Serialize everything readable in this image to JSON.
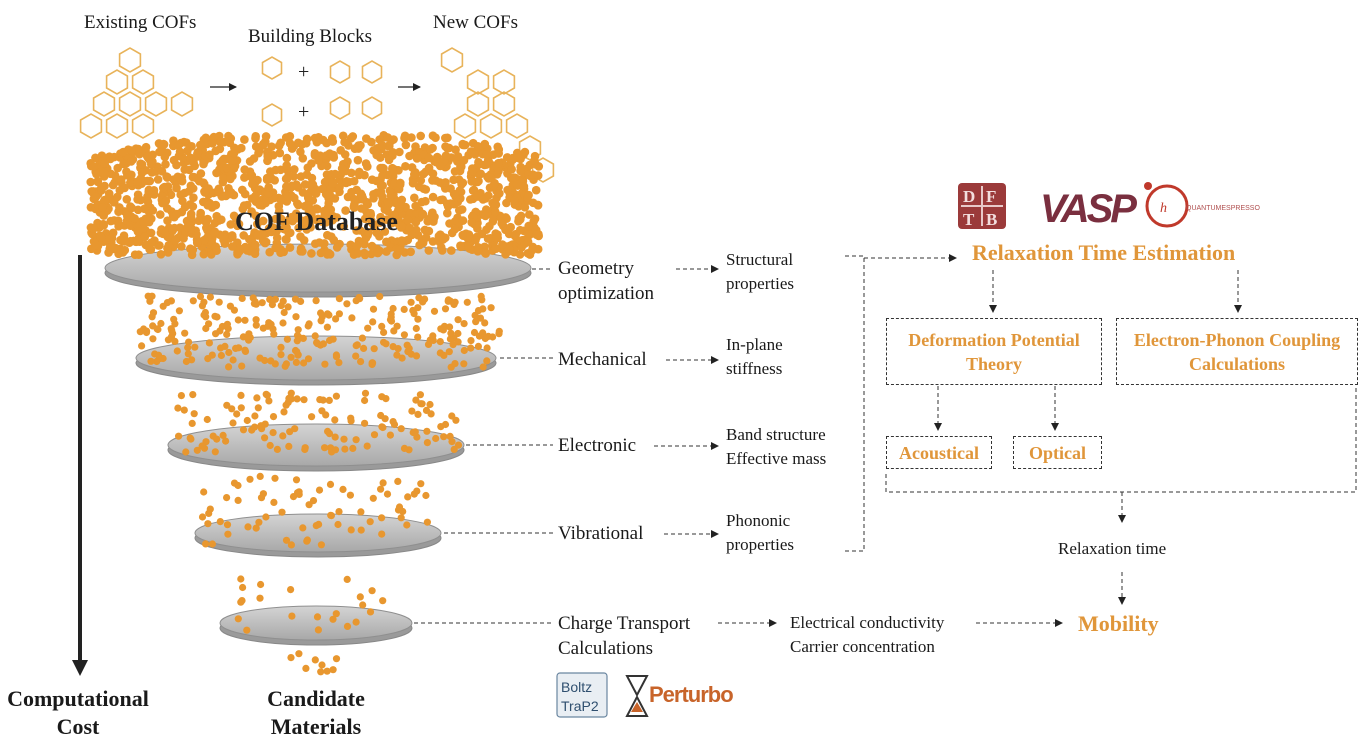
{
  "top": {
    "existing": "Existing COFs",
    "blocks": "Building Blocks",
    "new": "New COFs"
  },
  "funnel": {
    "database": "COF Database",
    "axis_left": [
      "Computational",
      "Cost"
    ],
    "axis_right": [
      "Candidate",
      "Materials"
    ]
  },
  "steps": [
    {
      "name": "Geometry optimization",
      "lines": [
        "Geometry",
        "optimization"
      ],
      "result": [
        "Structural",
        "properties"
      ]
    },
    {
      "name": "Mechanical",
      "lines": [
        "Mechanical"
      ],
      "result": [
        "In-plane",
        "stiffness"
      ]
    },
    {
      "name": "Electronic",
      "lines": [
        "Electronic"
      ],
      "result": [
        "Band structure",
        "Effective mass"
      ]
    },
    {
      "name": "Vibrational",
      "lines": [
        "Vibrational"
      ],
      "result": [
        "Phononic",
        "properties"
      ]
    },
    {
      "name": "Charge Transport Calculations",
      "lines": [
        "Charge Transport",
        "Calculations"
      ],
      "result": [
        "Electrical conductivity",
        "Carrier concentration"
      ]
    }
  ],
  "relaxation": {
    "title": "Relaxation Time Estimation",
    "dpt": [
      "Deformation Potential",
      "Theory"
    ],
    "epc": [
      "Electron-Phonon Coupling",
      "Calculations"
    ],
    "acoustical": "Acoustical",
    "optical": "Optical",
    "relaxation_time": "Relaxation time",
    "mobility": "Mobility"
  },
  "logos": {
    "dftb": [
      "D",
      "F",
      "T",
      "B"
    ],
    "vasp": "VASP",
    "qe": "QUANTUMESPRESSO",
    "boltz": [
      "Boltz",
      "TraP2"
    ],
    "perturbo": "Perturbo"
  },
  "colors": {
    "orange": "#e0963a",
    "dot": "#e8972f",
    "disk": "#bdbdbd",
    "molecule": "#e8b35a",
    "dftb": "#9b3a3a",
    "vasp": "#7a2f3f",
    "perturbo": "#c8642a"
  }
}
